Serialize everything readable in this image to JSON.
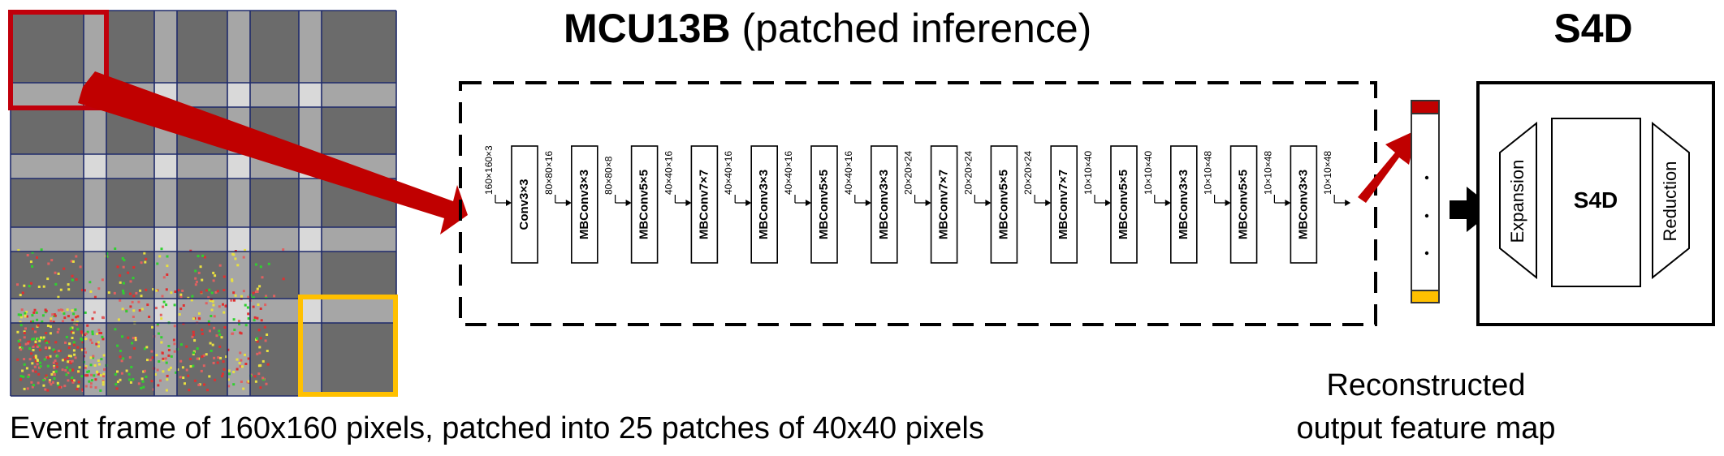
{
  "patch_grid": {
    "caption": "Event frame of 160x160 pixels, patched into 25 patches of 40x40 pixels",
    "rows": 5,
    "cols": 5,
    "highlight_first_color": "#C0000B",
    "highlight_last_color": "#FFC000"
  },
  "network": {
    "title_bold": "MCU13B",
    "title_rest": " (patched inference)",
    "layers": [
      {
        "in_shape": "160×160×3",
        "label": "Conv3×3"
      },
      {
        "in_shape": "80×80×16",
        "label": "MBConv3×3"
      },
      {
        "in_shape": "80×80×8",
        "label": "MBConv5×5"
      },
      {
        "in_shape": "40×40×16",
        "label": "MBConv7×7"
      },
      {
        "in_shape": "40×40×16",
        "label": "MBConv3×3"
      },
      {
        "in_shape": "40×40×16",
        "label": "MBConv5×5"
      },
      {
        "in_shape": "40×40×16",
        "label": "MBConv3×3"
      },
      {
        "in_shape": "20×20×24",
        "label": "MBConv7×7"
      },
      {
        "in_shape": "20×20×24",
        "label": "MBConv5×5"
      },
      {
        "in_shape": "20×20×24",
        "label": "MBConv7×7"
      },
      {
        "in_shape": "10×10×40",
        "label": "MBConv5×5"
      },
      {
        "in_shape": "10×10×40",
        "label": "MBConv3×3"
      },
      {
        "in_shape": "10×10×48",
        "label": "MBConv5×5"
      },
      {
        "in_shape": "10×10×48",
        "label": "MBConv3×3"
      }
    ],
    "output_shape": "10×10×48"
  },
  "feature_map": {
    "caption_line1": "Reconstructed",
    "caption_line2": "output feature map",
    "dots": ".\n.\n."
  },
  "s4d": {
    "title": "S4D",
    "expansion_label": "Expansion",
    "core_label": "S4D",
    "reduction_label": "Reduction"
  },
  "colors": {
    "arrow_red": "#C00000",
    "grid_line": "#1F2A6B",
    "patch_dark": "#6B6B6B",
    "patch_light": "#A6A6A6"
  }
}
